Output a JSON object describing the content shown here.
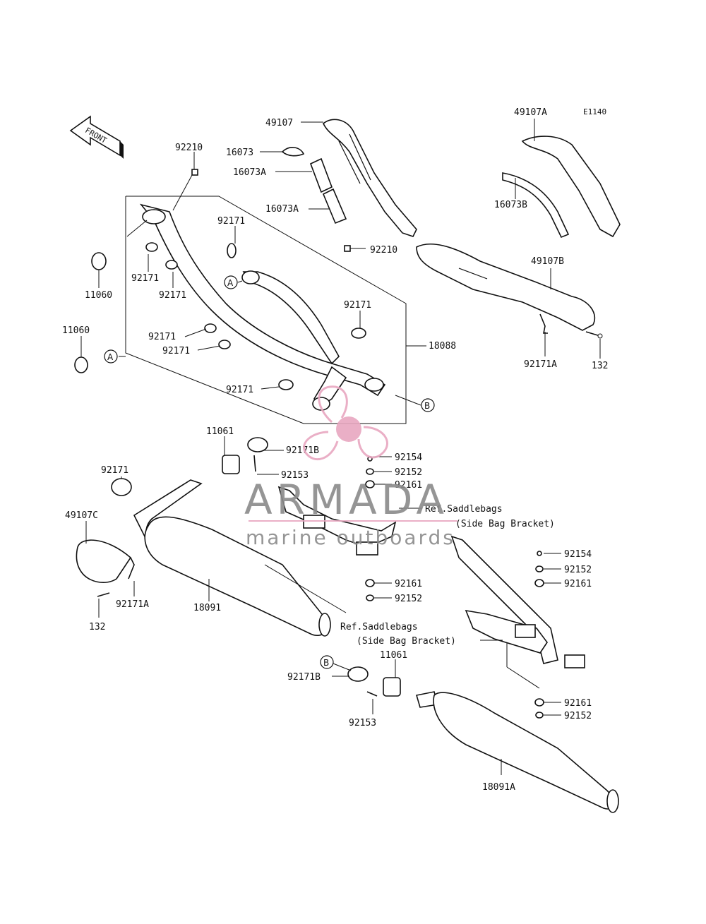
{
  "diagram_code": "E1140",
  "front_label": "FRONT",
  "callouts": {
    "a": "A",
    "b": "B"
  },
  "parts": {
    "p49107": "49107",
    "p16073": "16073",
    "p16073A_1": "16073A",
    "p16073A_2": "16073A",
    "p49107A": "49107A",
    "p16073B": "16073B",
    "p49107B": "49107B",
    "p92171A_top": "92171A",
    "p132_top": "132",
    "p92210_1": "92210",
    "p92210_2": "92210",
    "p11060_1": "11060",
    "p11060_2": "11060",
    "p92171_a": "92171",
    "p92171_b": "92171",
    "p92171_c": "92171",
    "p92171_d": "92171",
    "p92171_e": "92171",
    "p92171_f": "92171",
    "p92171_g": "92171",
    "p92171_h": "92171",
    "p18088": "18088",
    "p11061_1": "11061",
    "p92171B_1": "92171B",
    "p92153_1": "92153",
    "p92154_1": "92154",
    "p92152_1": "92152",
    "p92161_1": "92161",
    "p49107C": "49107C",
    "p92171A_left": "92171A",
    "p132_left": "132",
    "p18091": "18091",
    "p92161_2": "92161",
    "p92152_2": "92152",
    "p92154_2": "92154",
    "p92152_3": "92152",
    "p92161_3": "92161",
    "p11061_2": "11061",
    "p92171B_2": "92171B",
    "p92153_2": "92153",
    "p92161_4": "92161",
    "p92152_4": "92152",
    "p18091A": "18091A"
  },
  "refs": {
    "ref1_line1": "Ref.Saddlebags",
    "ref1_line2": "(Side Bag Bracket)",
    "ref2_line1": "Ref.Saddlebags",
    "ref2_line2": "(Side Bag Bracket)"
  },
  "watermark": {
    "brand": "ARMADA",
    "tagline": "marine outboards",
    "accent_color": "#e8a7c0",
    "text_color": "#8a8a8a"
  }
}
